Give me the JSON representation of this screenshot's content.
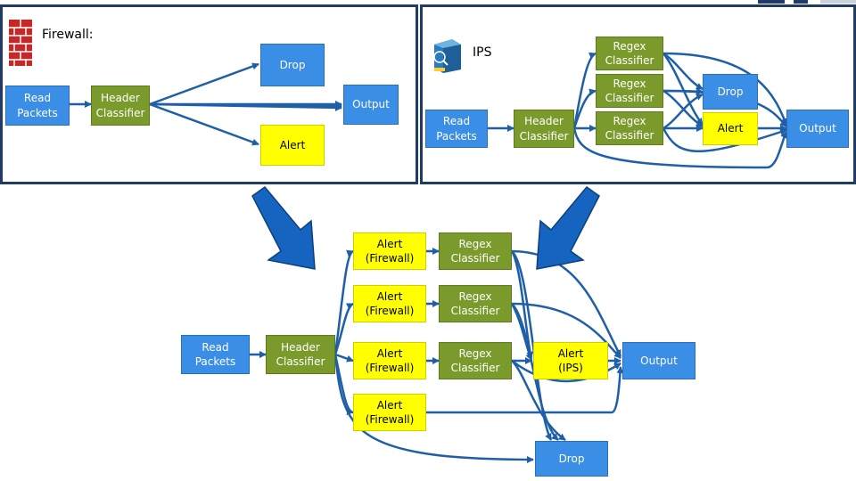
{
  "firewall": {
    "title": "Firewall:",
    "nodes": {
      "read_packets": "Read\nPackets",
      "header_classifier": "Header\nClassifier",
      "drop": "Drop",
      "output": "Output",
      "alert": "Alert"
    }
  },
  "ips": {
    "title": "IPS",
    "nodes": {
      "read_packets": "Read\nPackets",
      "header_classifier": "Header\nClassifier",
      "regex_1": "Regex\nClassifier",
      "regex_2": "Regex\nClassifier",
      "regex_3": "Regex\nClassifier",
      "drop": "Drop",
      "alert": "Alert",
      "output": "Output"
    }
  },
  "merged": {
    "nodes": {
      "read_packets": "Read\nPackets",
      "header_classifier": "Header\nClassifier",
      "alert_fw_1": "Alert\n(Firewall)",
      "alert_fw_2": "Alert\n(Firewall)",
      "alert_fw_3": "Alert\n(Firewall)",
      "alert_fw_4": "Alert\n(Firewall)",
      "regex_1": "Regex\nClassifier",
      "regex_2": "Regex\nClassifier",
      "regex_3": "Regex\nClassifier",
      "alert_ips": "Alert\n(IPS)",
      "output": "Output",
      "drop": "Drop"
    }
  },
  "colors": {
    "blue": "#3a8ee6",
    "green": "#7a9a2c",
    "yellow": "#ffff00",
    "wire": "#1f5fa8",
    "panel_border": "#1f3b66",
    "arrow": "#1565c0"
  },
  "icons": [
    "firewall-brick-icon",
    "ips-device-icon",
    "merge-arrow-icon"
  ]
}
